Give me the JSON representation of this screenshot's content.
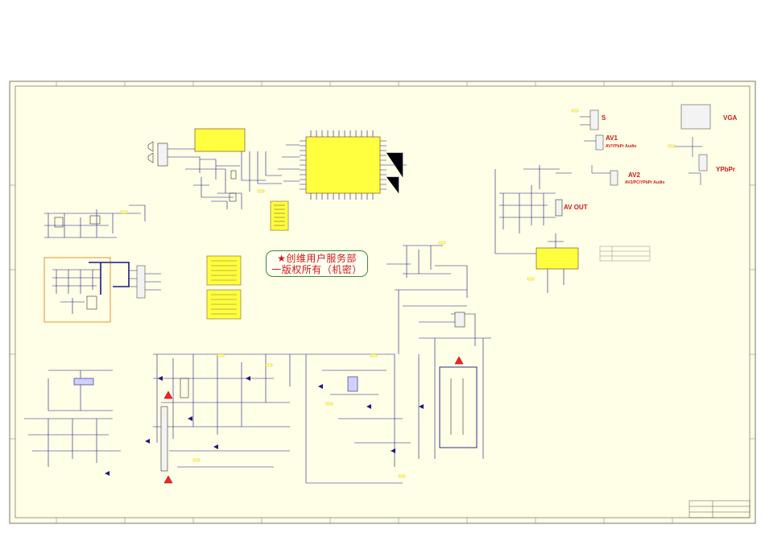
{
  "schematic": {
    "colors": {
      "background": "#ffffff",
      "sheet": "#fffee6",
      "wire": "#1a1a80",
      "component": "#6a3d1a",
      "ic_fill": "#ffff40",
      "label_red": "#d01818",
      "frame_green": "#3a8a3a",
      "orange_box": "#e08a20"
    },
    "connectors": {
      "s_video": "S",
      "av1": "AV1",
      "av1_sub": "AV/YPbPr Audio",
      "av2": "AV2",
      "av2_sub": "AV2/PC/YPbPr Audio",
      "vga": "VGA",
      "ypbpr": "YPbPr",
      "av_out": "AV OUT"
    },
    "watermark": {
      "line1": "★创维用户服务部",
      "line2": "一版权所有（机密）"
    }
  }
}
